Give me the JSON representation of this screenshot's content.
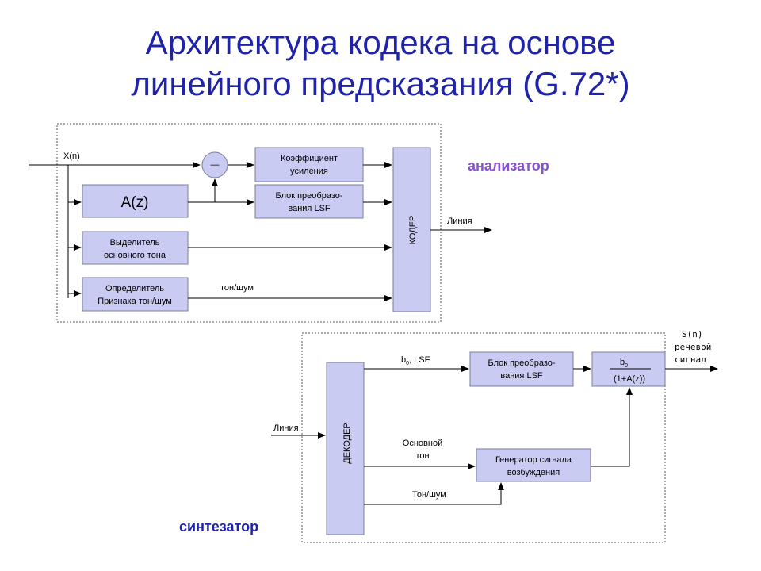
{
  "slide": {
    "title_line1": "Архитектура кодека на основе",
    "title_line2": "линейного предсказания (G.72*)"
  },
  "analyzer": {
    "label": "анализатор",
    "input_label": "X(n)",
    "subtractor_symbol": "—",
    "gain_block_line1": "Коэффициент",
    "gain_block_line2": "усиления",
    "az_block": "A(z)",
    "lsf_block_line1": "Блок преобразо-",
    "lsf_block_line2": "вания LSF",
    "pitch_block_line1": "Выделитель",
    "pitch_block_line2": "основного тона",
    "voicing_block_line1": "Определитель",
    "voicing_block_line2": "Признака тон/шум",
    "voicing_signal": "тон/шум",
    "coder_block": "КОДЕР",
    "output_label": "Линия"
  },
  "synthesizer": {
    "label": "синтезатор",
    "input_label": "Линия",
    "decoder_block": "ДЕКОДЕР",
    "b0_lsf_label": "b",
    "b0_lsf_sub": "0",
    "b0_lsf_rest": ", LSF",
    "lsf_block_line1": "Блок преобразо-",
    "lsf_block_line2": "вания LSF",
    "filter_num": "b",
    "filter_num_sub": "0",
    "filter_den": "(1+A(z))",
    "pitch_label_line1": "Основной",
    "pitch_label_line2": "тон",
    "excitation_block_line1": "Генератор сигнала",
    "excitation_block_line2": "возбуждения",
    "voicing_label": "Тон/шум",
    "output_line1": "S(n)",
    "output_line2": "речевой",
    "output_line3": "сигнал"
  },
  "colors": {
    "title": "#1f23a8",
    "block_fill": "#c9cbf2",
    "analyzer_label": "#8a4fd6",
    "synthesizer_label": "#1f23a8"
  }
}
